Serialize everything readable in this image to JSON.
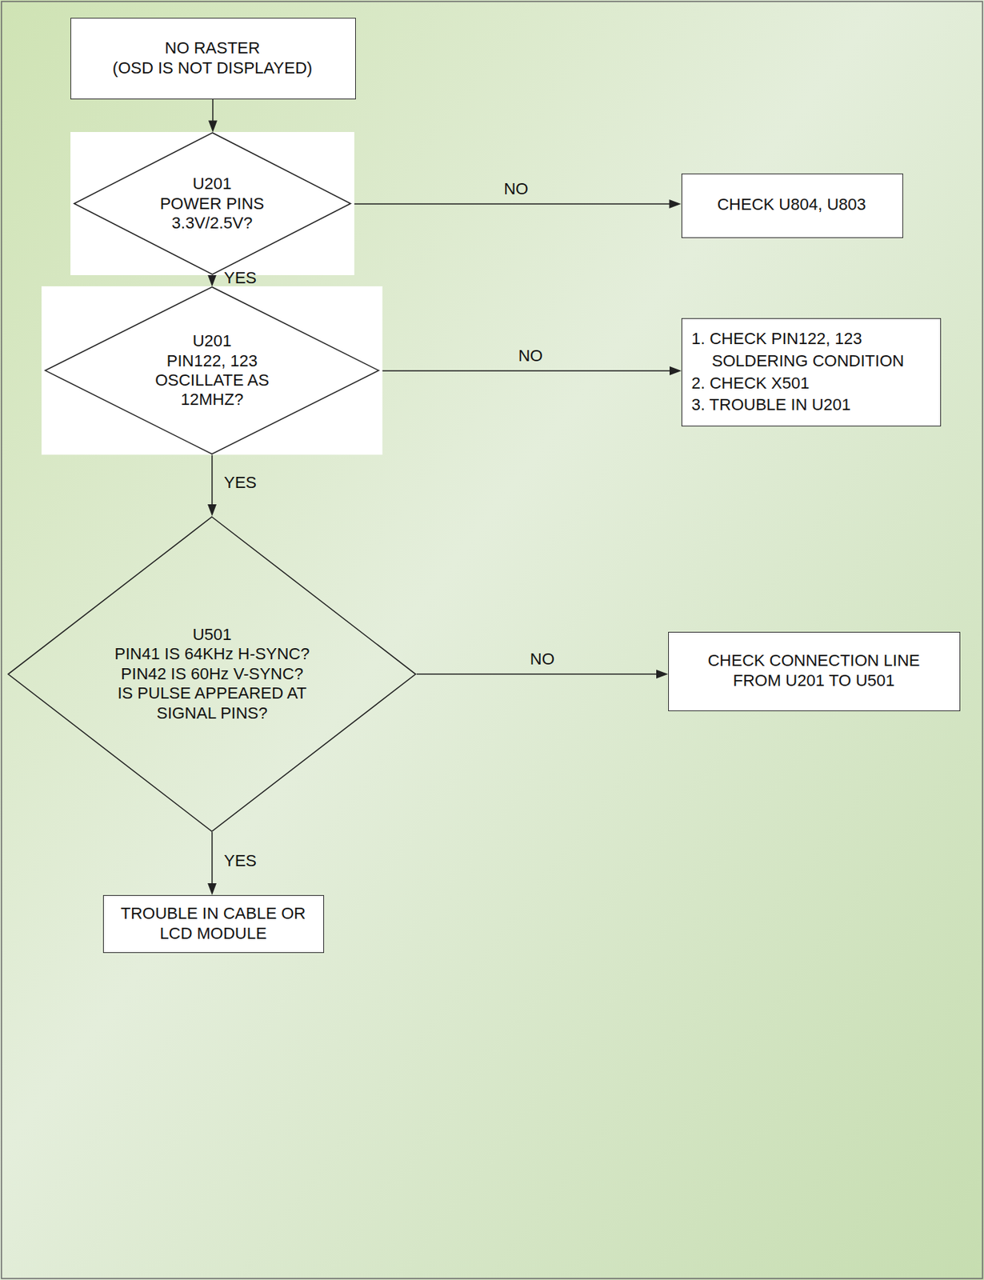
{
  "diagram": {
    "nodes": [
      {
        "text": [
          "NO RASTER",
          "(OSD IS NOT DISPLAYED)"
        ]
      },
      {
        "text": [
          "U201",
          "POWER PINS 3.3V/2.5V?"
        ]
      },
      {
        "text": [
          "CHECK U804, U803"
        ]
      },
      {
        "text": [
          "U201",
          "PIN122, 123 OSCILLATE AS 12MHZ?"
        ]
      },
      {
        "text": [
          "1. CHECK PIN122, 123 SOLDERING CONDITION",
          "2. CHECK X501",
          "3. TROUBLE IN U201"
        ]
      },
      {
        "text": [
          "U501",
          "PIN41 IS 64KHz H-SYNC?",
          "PIN42 IS 60Hz V-SYNC?",
          "IS PULSE APPEARED AT SIGNAL PINS?"
        ]
      },
      {
        "text": [
          "CHECK CONNECTION LINE FROM U201 TO U501"
        ]
      },
      {
        "text": [
          "TROUBLE IN CABLE OR LCD MODULE"
        ]
      }
    ],
    "edges": [
      {
        "from": 0,
        "to": 1,
        "arrow": "to"
      },
      {
        "from": 1,
        "to": 2,
        "label": "NO",
        "arrow": "to"
      },
      {
        "from": 1,
        "to": 3,
        "label": "YES",
        "arrow": "to"
      },
      {
        "from": 3,
        "to": 4,
        "label": "NO",
        "arrow": "to"
      },
      {
        "from": 3,
        "to": 5,
        "label": "YES",
        "arrow": "to"
      },
      {
        "from": 5,
        "to": 6,
        "label": "NO",
        "arrow": "to"
      },
      {
        "from": 5,
        "to": 7,
        "label": "YES",
        "arrow": "to"
      }
    ]
  }
}
